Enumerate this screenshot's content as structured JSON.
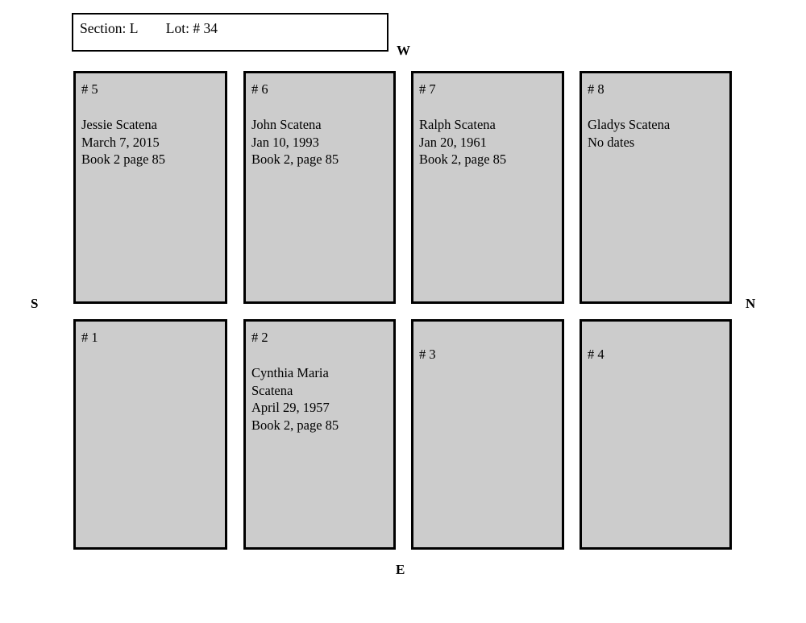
{
  "header": {
    "section_label": "Section:",
    "section_value": "L",
    "lot_label": "Lot:",
    "lot_value": "# 34"
  },
  "compass": {
    "west": "W",
    "north": "N",
    "south": "S",
    "east": "E"
  },
  "plots": {
    "top_row": [
      {
        "number": "# 5",
        "name": "Jessie Scatena",
        "date": "March 7, 2015",
        "reference": "Book 2 page 85",
        "body": "Jessie Scatena\nMarch 7, 2015\nBook 2 page 85"
      },
      {
        "number": "# 6",
        "name": "John Scatena",
        "date": "Jan 10, 1993",
        "reference": "Book 2, page 85",
        "body": "John Scatena\nJan 10, 1993\nBook 2, page 85"
      },
      {
        "number": "# 7",
        "name": "Ralph Scatena",
        "date": "Jan 20, 1961",
        "reference": "Book 2, page 85",
        "body": "Ralph Scatena\nJan 20, 1961\nBook 2, page 85"
      },
      {
        "number": "# 8",
        "name": "Gladys Scatena",
        "date": "No dates",
        "reference": "",
        "body": "Gladys Scatena\nNo dates"
      }
    ],
    "bottom_row": [
      {
        "number": "# 1",
        "name": "",
        "date": "",
        "reference": "",
        "body": ""
      },
      {
        "number": "# 2",
        "name": "Cynthia Maria Scatena",
        "date": "April 29, 1957",
        "reference": "Book 2, page 85",
        "body": "Cynthia Maria\nScatena\nApril 29, 1957\nBook 2, page 85"
      },
      {
        "number": "# 3",
        "name": "",
        "date": "",
        "reference": "",
        "body": ""
      },
      {
        "number": "# 4",
        "name": "",
        "date": "",
        "reference": "",
        "body": ""
      }
    ]
  },
  "colors": {
    "plot_fill": "#cccccc",
    "plot_border": "#000000",
    "page_background": "#ffffff",
    "text": "#000000"
  }
}
